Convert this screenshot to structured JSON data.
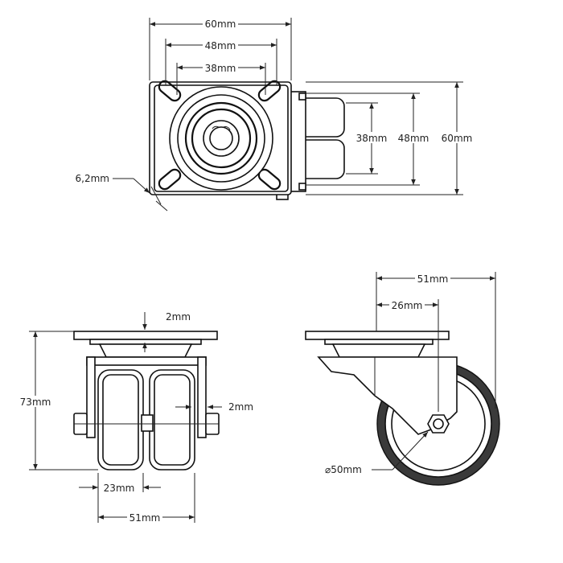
{
  "dimensions": {
    "top_width_60": "60mm",
    "top_width_48": "48mm",
    "top_width_38": "38mm",
    "side_38": "38mm",
    "side_48": "48mm",
    "side_60": "60mm",
    "hole": "6,2mm",
    "front_2mm_top": "2mm",
    "front_height": "73mm",
    "front_2mm_side": "2mm",
    "front_23": "23mm",
    "front_51": "51mm",
    "side_view_51": "51mm",
    "side_view_26": "26mm",
    "wheel_diameter": "⌀50mm"
  }
}
